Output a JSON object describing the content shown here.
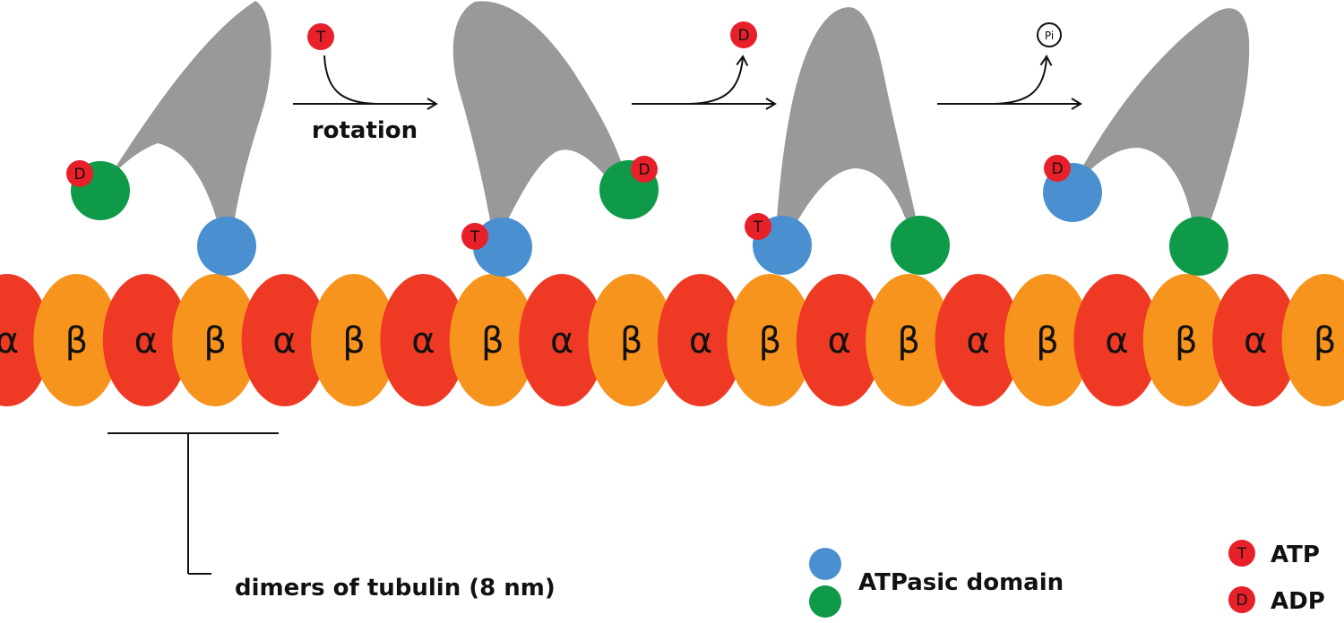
{
  "diagram": {
    "arrow_label": "rotation",
    "scale_bar_label": "dimers of tubulin (8 nm)",
    "symbols": {
      "alpha": "α",
      "beta": "β",
      "atp": "T",
      "adp": "D",
      "phosphate": "Pi"
    },
    "legend": {
      "domain_label": "ATPasic domain",
      "atp_label": "ATP",
      "adp_label": "ADP"
    },
    "colors": {
      "alpha": "#ee3a24",
      "beta": "#f7941d",
      "dynein": "#999999",
      "blue_domain": "#4a8fd0",
      "green_domain": "#0e9a49",
      "nucleotide": "#e8202a"
    }
  }
}
